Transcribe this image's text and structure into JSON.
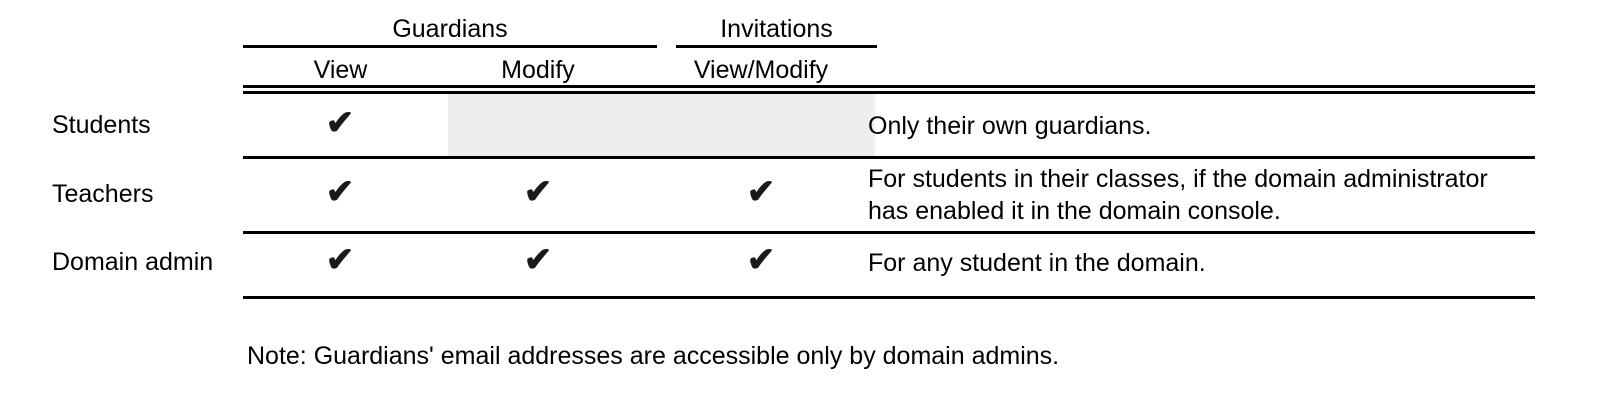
{
  "table": {
    "column_groups": [
      {
        "label": "Guardians"
      },
      {
        "label": "Invitations"
      }
    ],
    "columns": [
      {
        "label": "View"
      },
      {
        "label": "Modify"
      },
      {
        "label": "View/Modify"
      }
    ],
    "rows": [
      {
        "label": "Students",
        "guardians_view": "✔",
        "guardians_modify": "",
        "invitations_view_modify": "",
        "note": "Only their own guardians."
      },
      {
        "label": "Teachers",
        "guardians_view": "✔",
        "guardians_modify": "✔",
        "invitations_view_modify": "✔",
        "note": "For students in their classes, if the domain administrator has enabled it in the domain console."
      },
      {
        "label": "Domain admin",
        "guardians_view": "✔",
        "guardians_modify": "✔",
        "invitations_view_modify": "✔",
        "note": "For any student in the domain."
      }
    ]
  },
  "footnote": {
    "text": "Note: Guardians' email addresses are accessible only by domain admins."
  },
  "colors": {
    "rule": "#000000",
    "shaded_cell": "#eeeeee",
    "text": "#000000",
    "checkmark": "#1a1a1a",
    "background": "#ffffff"
  }
}
